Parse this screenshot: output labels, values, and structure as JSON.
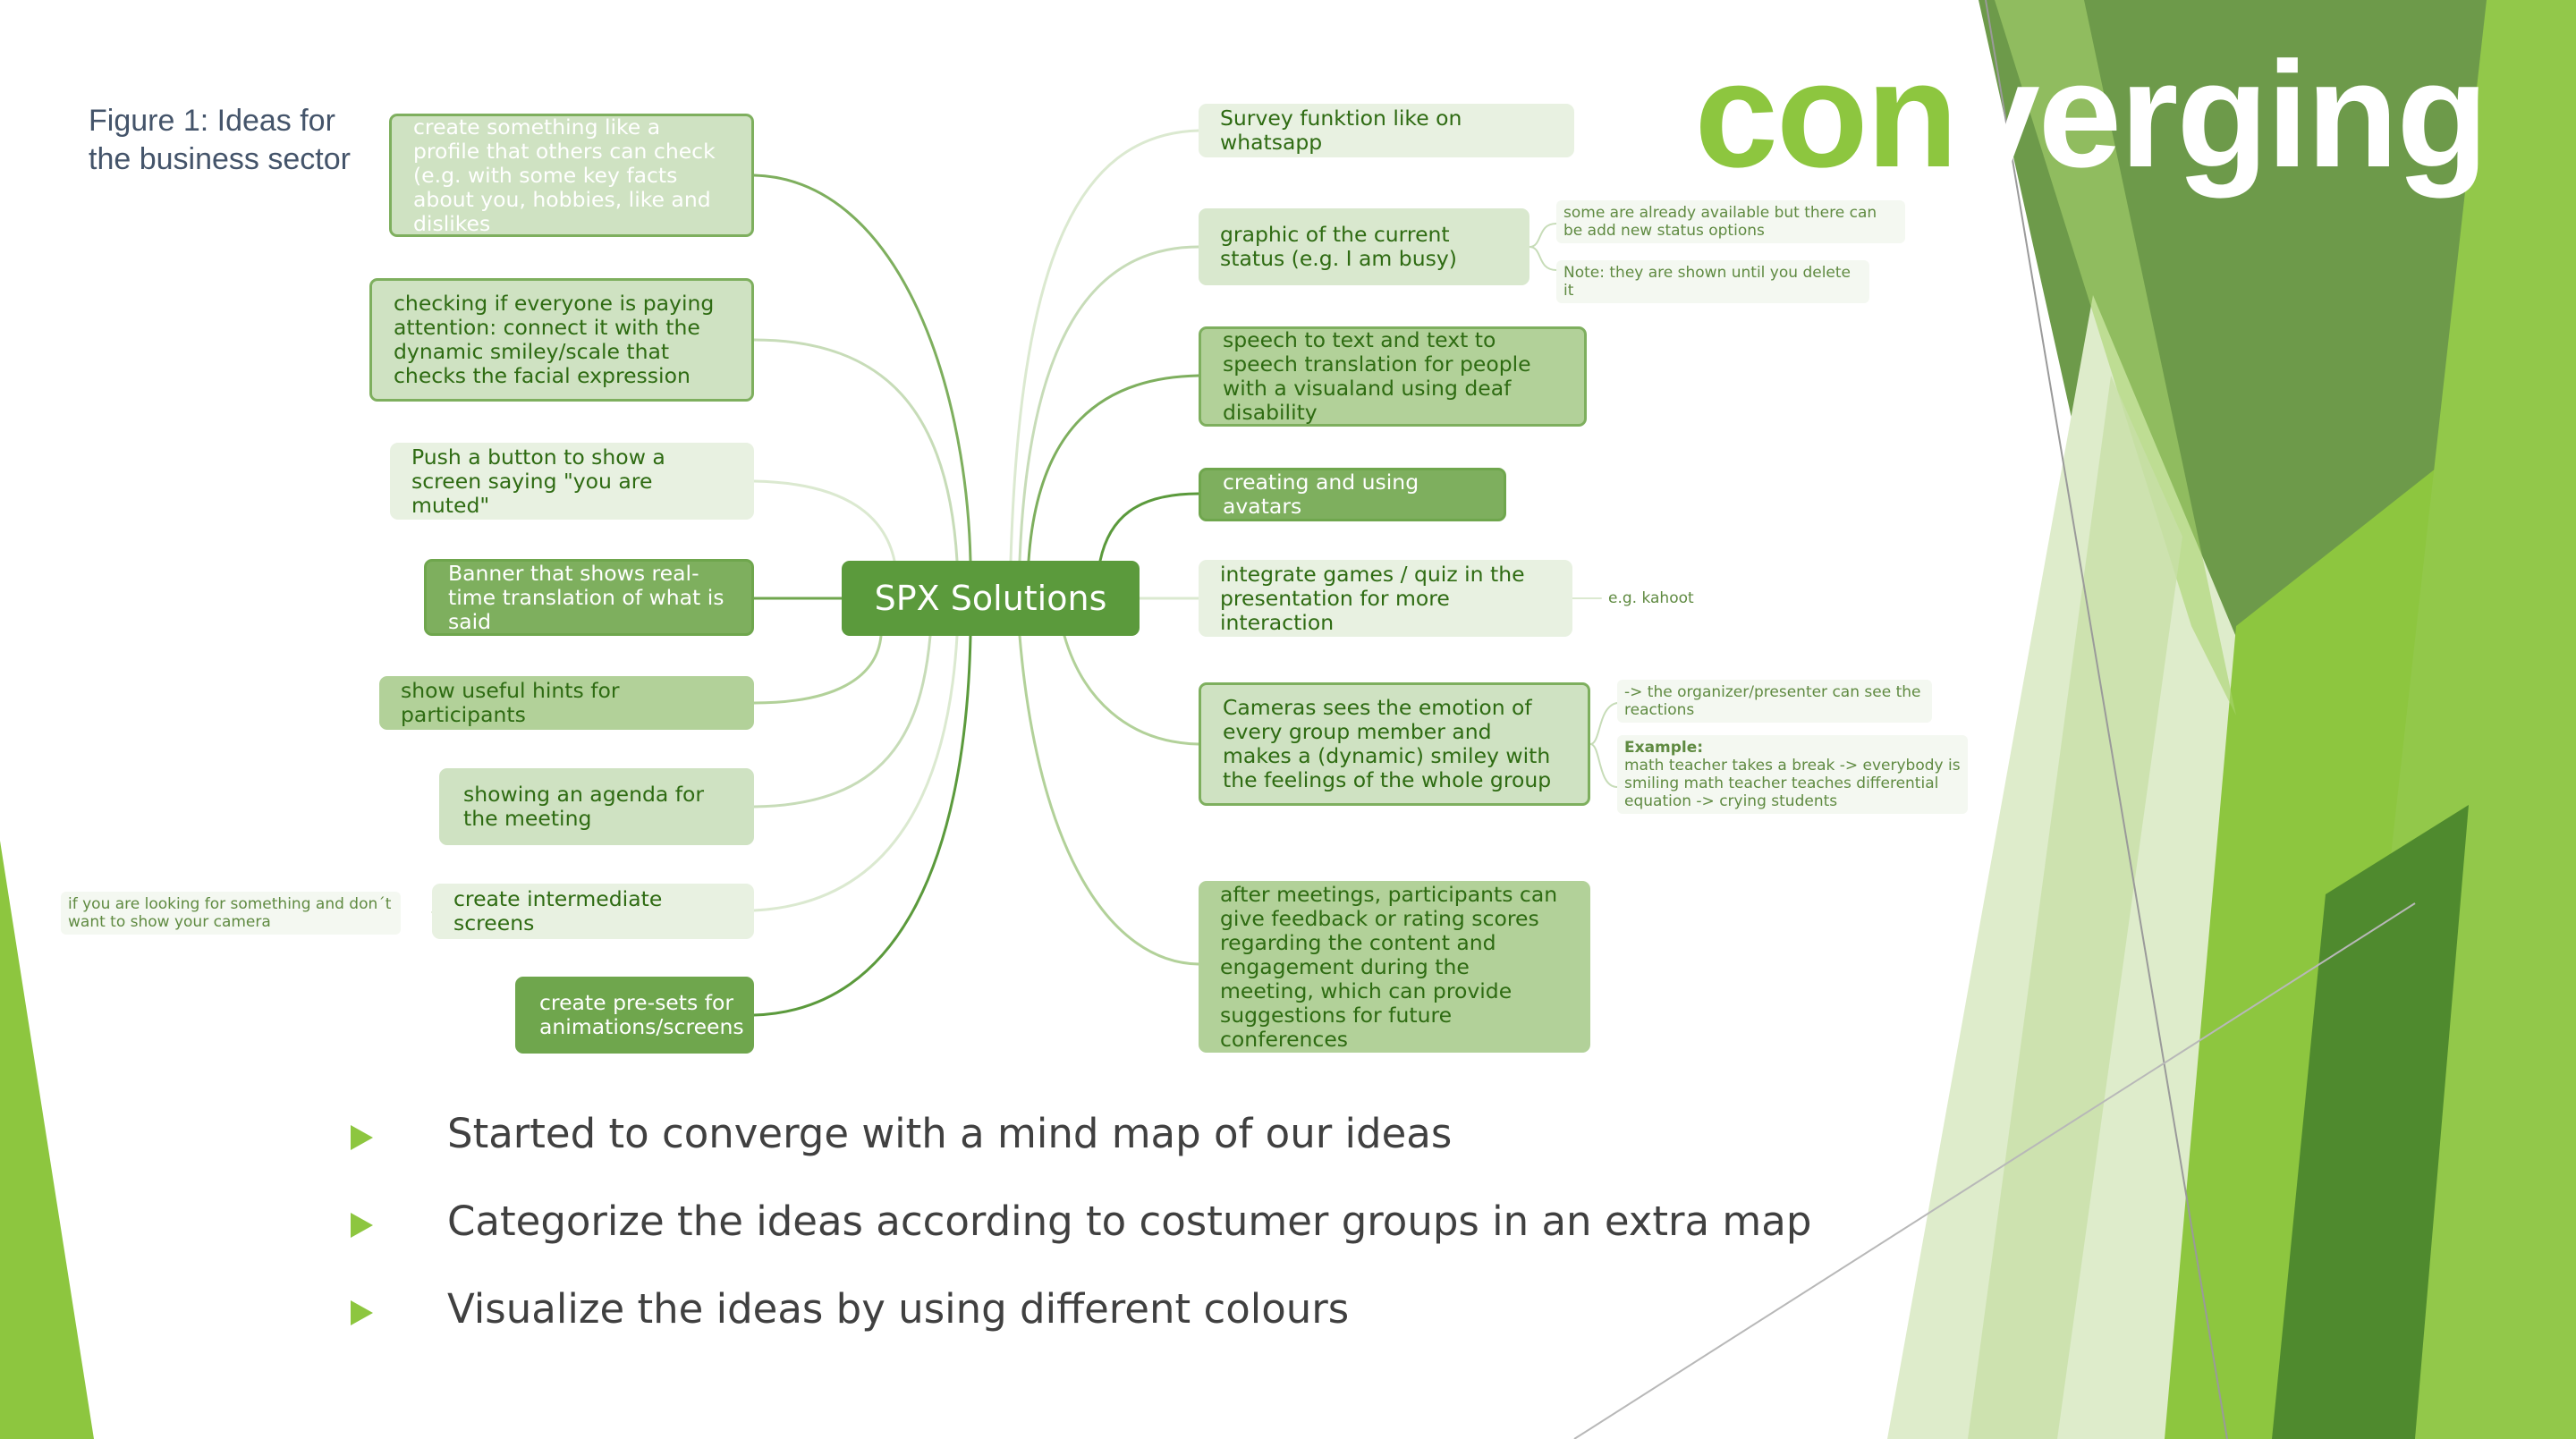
{
  "slide": {
    "title_part1": "con",
    "title_part2": "verging",
    "caption": "Figure 1: Ideas for the business sector"
  },
  "mindmap": {
    "center": "SPX Solutions",
    "left_nodes": [
      "create something like a profile that others can check (e.g. with some key facts about you, hobbies, like and dislikes",
      "checking if everyone is paying attention: connect it with the dynamic smiley/scale that checks the facial expression",
      "Push a button to show a screen saying \"you are muted\"",
      "Banner that shows real-time translation of what is said",
      "show useful hints for participants",
      "showing an agenda for the meeting",
      "create intermediate screens",
      "create pre-sets for animations/screens"
    ],
    "right_nodes": [
      "Survey funktion like on whatsapp",
      "graphic of the current status (e.g. I am busy)",
      "speech to text and text to speech translation for people with a visualand using deaf disability",
      "creating and using avatars",
      "integrate games / quiz in the presentation for more interaction",
      "Cameras sees the emotion of every group member and makes a (dynamic) smiley with the feelings of the whole group",
      "after meetings, participants can give feedback or rating scores regarding the content and engagement during the meeting, which can provide suggestions for future conferences"
    ],
    "notes": {
      "status_1": "some are already available but there can be add new status options",
      "status_2": "Note: they are shown until you delete it",
      "games": "e.g. kahoot",
      "cameras_1": "-> the organizer/presenter can see the reactions",
      "cameras_2_title": "Example:",
      "cameras_2_text": "math teacher takes a break -> everybody is smiling math teacher teaches differential equation -> crying students",
      "intermediate": "if you are looking for something and don´t want to show your camera"
    }
  },
  "bullets": [
    "Started to converge with a mind map of our ideas",
    "Categorize the ideas according to costumer groups in an extra map",
    "Visualize the ideas by using different colours"
  ],
  "colors": {
    "accent": "#8dc63f",
    "dark_green": "#5b9a3c",
    "node_text": "#2e6b12",
    "caption": "#44546a"
  }
}
